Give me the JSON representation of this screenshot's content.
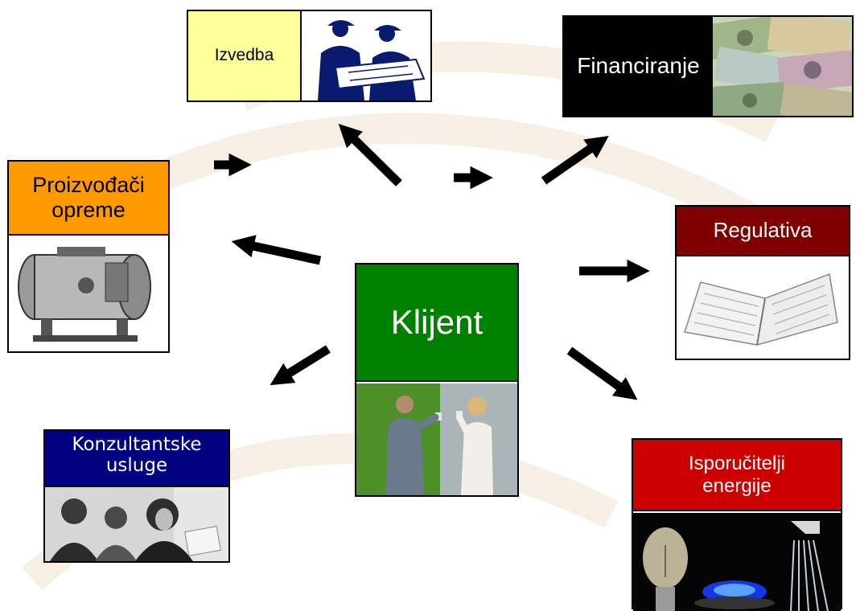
{
  "nodes": {
    "izvedba": {
      "label": "Izvedba",
      "icon": "engineers-with-blueprint-icon"
    },
    "financiranje": {
      "label": "Financiranje",
      "icon": "banknotes-icon"
    },
    "proizvodaci": {
      "label": "Proizvođači opreme",
      "icon": "boiler-tank-icon"
    },
    "regulativa": {
      "label": "Regulativa",
      "icon": "open-book-icon"
    },
    "klijent": {
      "label": "Klijent",
      "icon": "people-at-light-switch-icon"
    },
    "konzultantske": {
      "label": "Konzultantske usluge",
      "icon": "consulting-people-icon"
    },
    "isporucitelji": {
      "label": "Isporučitelji energije",
      "icon": "bulb-gas-water-icon"
    }
  },
  "colors": {
    "izvedba_bg": "#ffff99",
    "financiranje_bg": "#000000",
    "proizvodaci_bg": "#ff9900",
    "regulativa_bg": "#800000",
    "klijent_bg": "#008000",
    "konzultantske_bg": "#000080",
    "isporucitelji_bg": "#cc0000",
    "arrow": "#000000"
  }
}
